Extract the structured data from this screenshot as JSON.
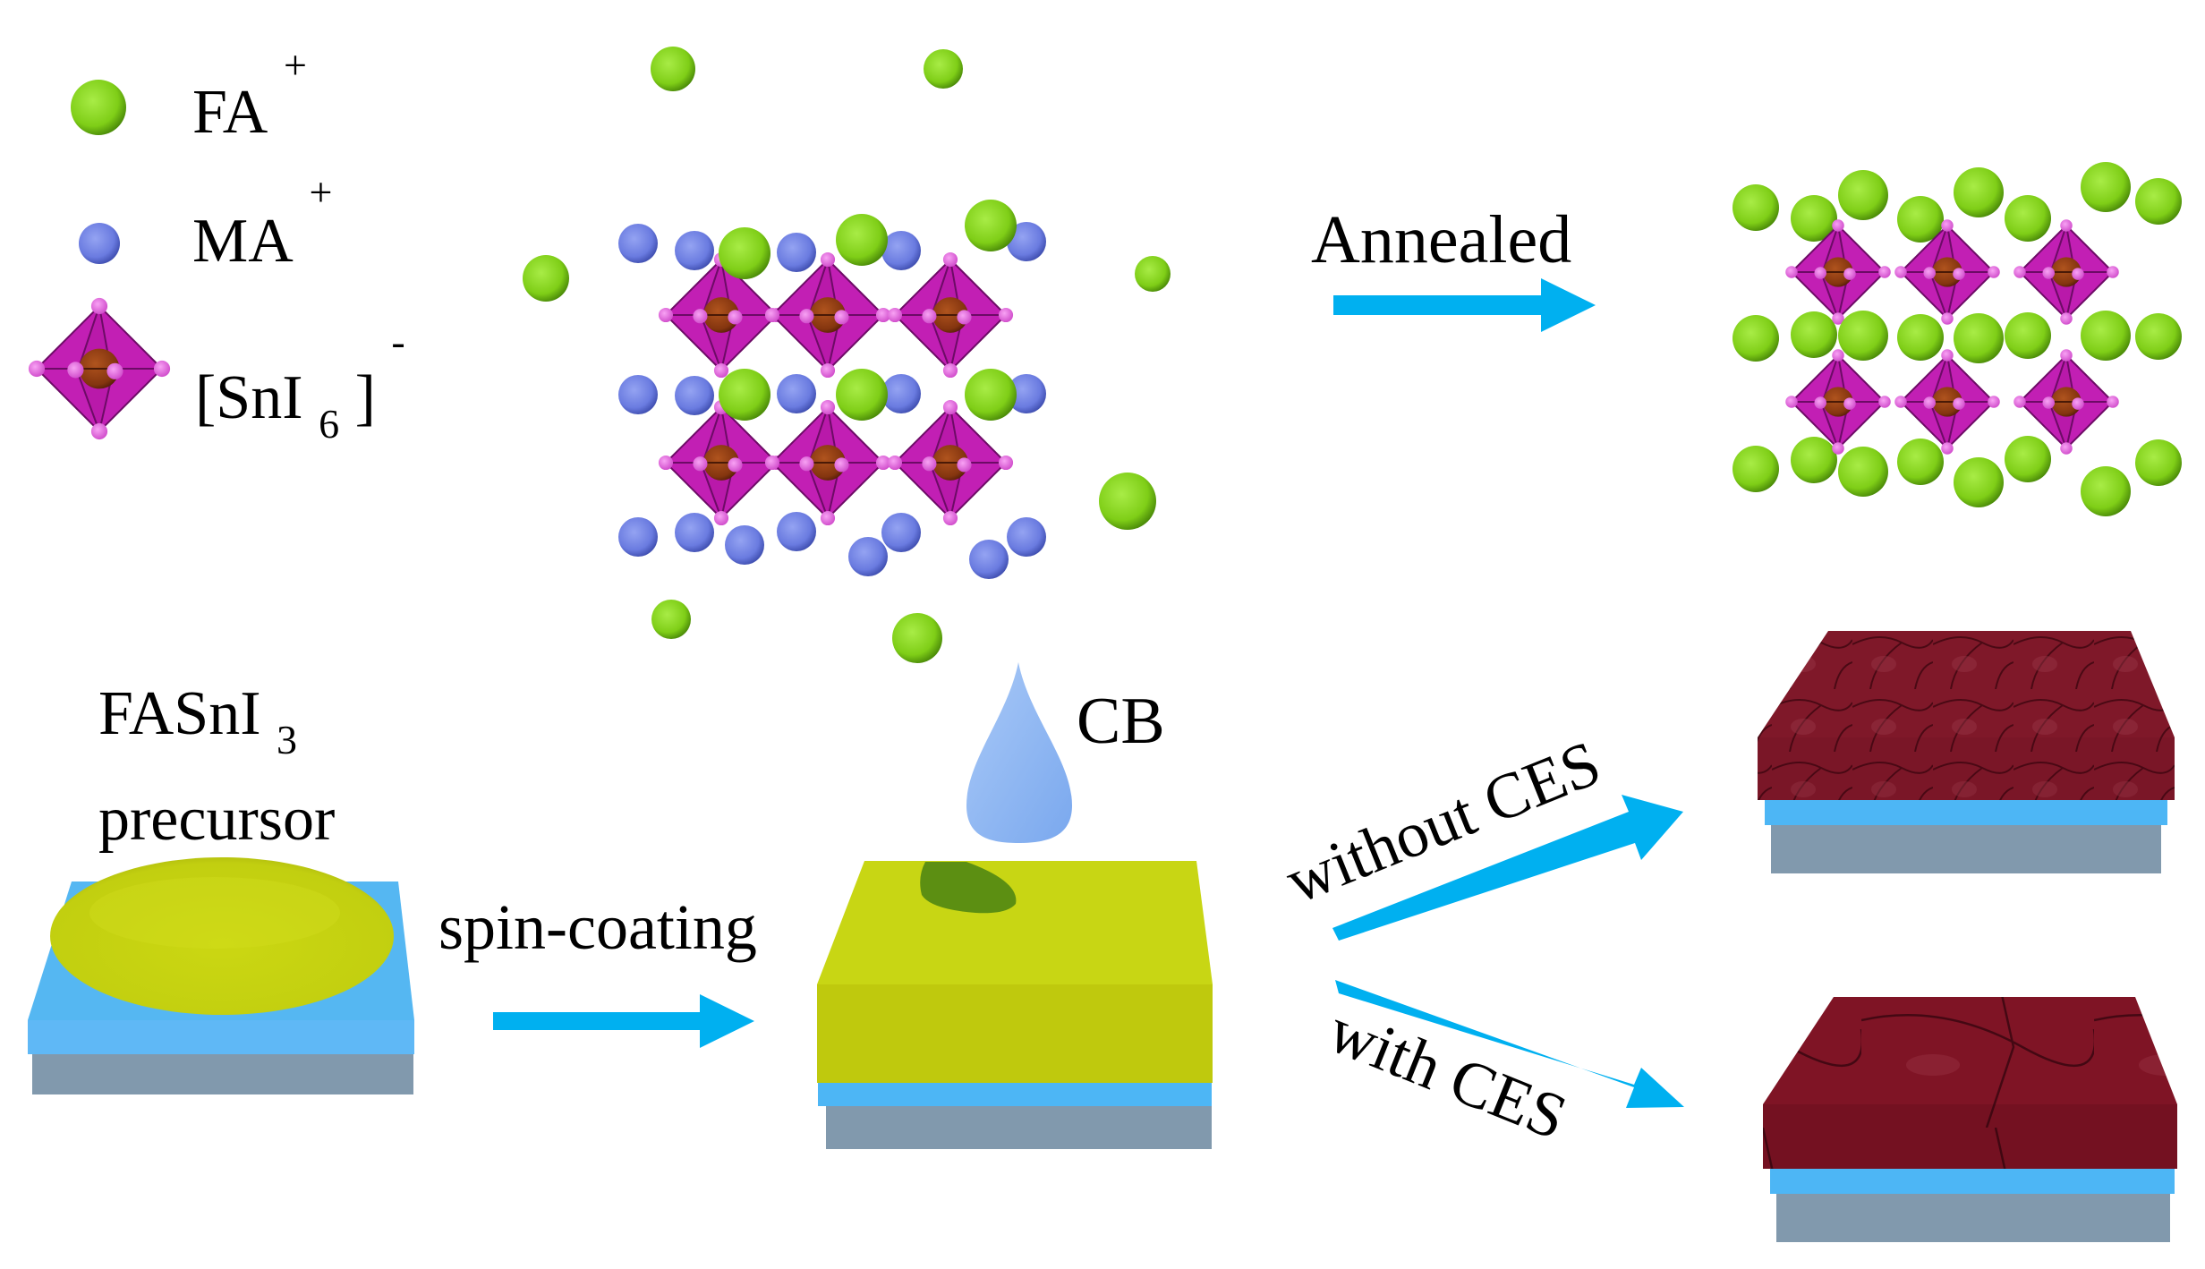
{
  "legend": {
    "items": [
      {
        "id": "fa",
        "symbol": "FA",
        "charge": "+",
        "subscript": "",
        "glyph": "green-sphere"
      },
      {
        "id": "ma",
        "symbol": "MA",
        "charge": "+",
        "subscript": "",
        "glyph": "blue-sphere"
      },
      {
        "id": "sni6",
        "symbol_open": "[SnI",
        "subscript": "6",
        "symbol_close": "]",
        "charge": "-",
        "glyph": "magenta-octahedron"
      }
    ]
  },
  "colors": {
    "fa_sphere": "#86d41e",
    "ma_sphere": "#6b7ee0",
    "octahedron": "#c21fb4",
    "octahedron_edge": "#6d0b66",
    "iodide": "#ec6fe8",
    "tin_center": "#8a3b12",
    "arrow": "#00b0f0",
    "precursor_film": "#c8d614",
    "substrate_glass": "#7f9bb0",
    "substrate_ito": "#4db6f5",
    "cb_drop": "#8fb8f4",
    "cb_spot": "#4f8a16",
    "perovskite_film": "#7e1424"
  },
  "top_row": {
    "step_label": "Annealed",
    "before": {
      "description": "mixed FA/MA tin iodide lattice",
      "rows": 2,
      "cols": 3
    },
    "after": {
      "description": "FA tin iodide lattice",
      "rows": 2,
      "cols": 3
    }
  },
  "bottom_row": {
    "precursor_label_line1": "FASnI",
    "precursor_label_sub": "3",
    "precursor_label_line2": "precursor",
    "spin_label": "spin-coating",
    "antisolvent_label": "CB",
    "branch_without": "without CES",
    "branch_with": "with CES"
  }
}
